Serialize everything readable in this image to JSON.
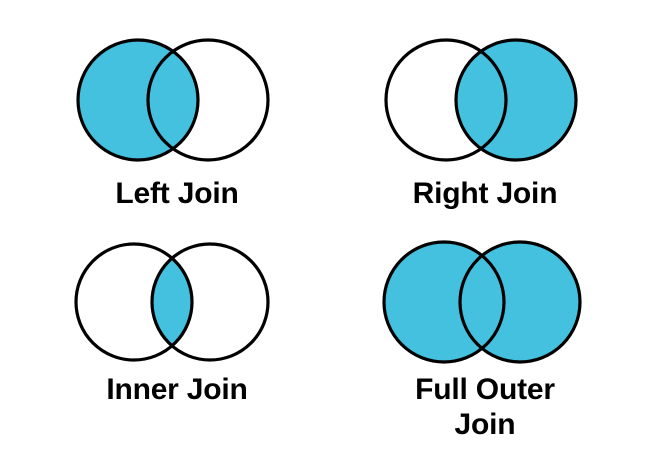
{
  "figure": {
    "title": "SQL Join Types Venn Diagrams",
    "background_color": "#ffffff",
    "fill_color": "#44C1DE",
    "stroke_color": "#000000",
    "label_color": "#000000"
  },
  "chart_data": {
    "type": "diagram",
    "subtype": "venn",
    "title": "",
    "set_names": [
      "Left",
      "Right"
    ],
    "panels": [
      {
        "label": "Left Join",
        "shaded": "left-circle",
        "regions": {
          "left_only": true,
          "intersection": true,
          "right_only": false
        }
      },
      {
        "label": "Right Join",
        "shaded": "right-circle",
        "regions": {
          "left_only": false,
          "intersection": true,
          "right_only": true
        }
      },
      {
        "label": "Inner Join",
        "shaded": "intersection",
        "regions": {
          "left_only": false,
          "intersection": true,
          "right_only": false
        }
      },
      {
        "label": "Full Outer\nJoin",
        "shaded": "both-circles",
        "regions": {
          "left_only": true,
          "intersection": true,
          "right_only": true
        }
      }
    ]
  },
  "panels": {
    "left_join": {
      "label": "Left Join"
    },
    "right_join": {
      "label": "Right Join"
    },
    "inner_join": {
      "label": "Inner Join"
    },
    "full_outer_join": {
      "label": "Full Outer\nJoin"
    }
  }
}
